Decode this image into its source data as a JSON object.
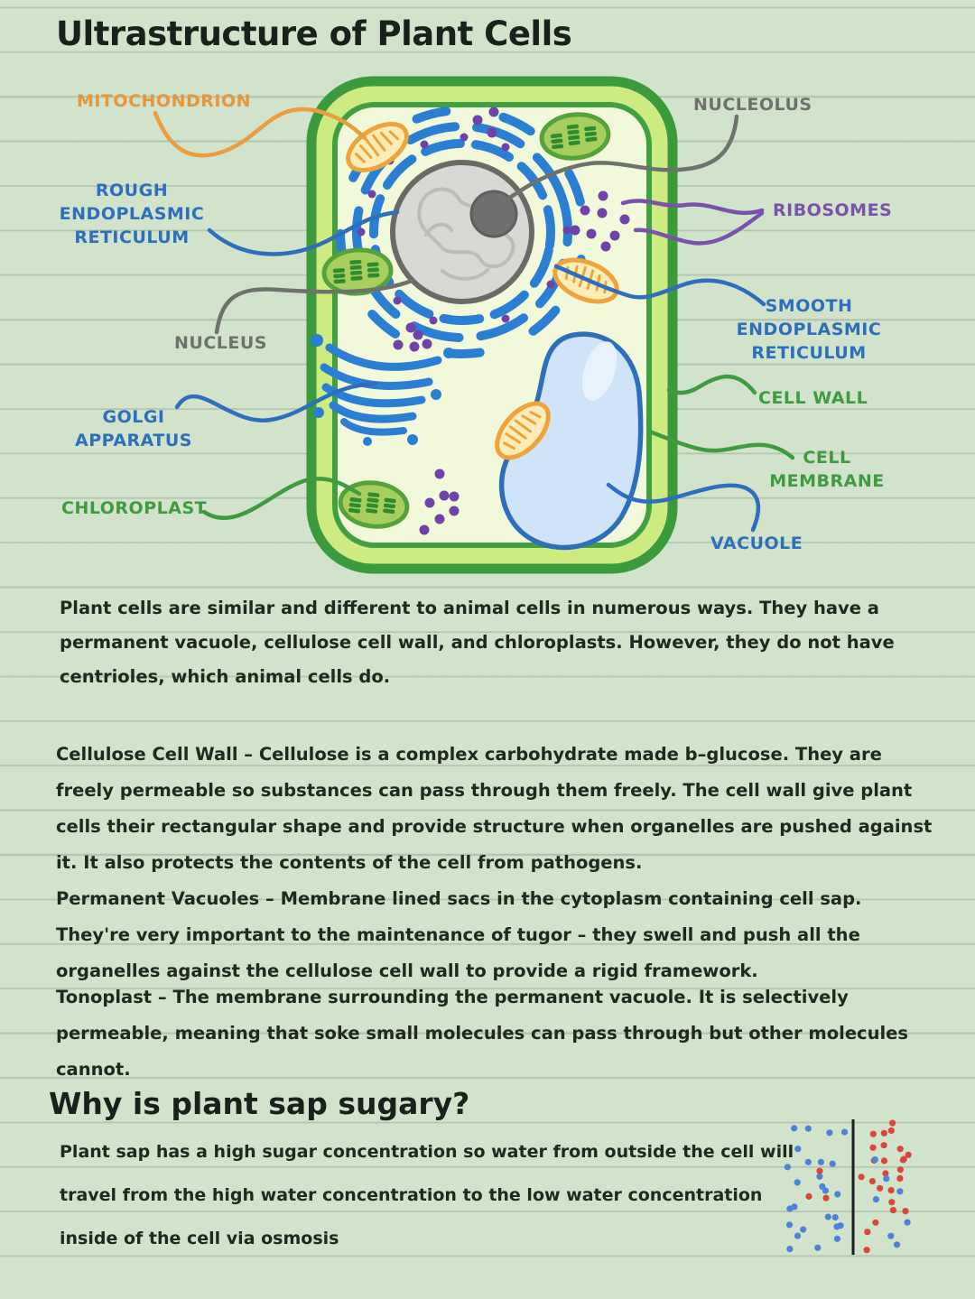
{
  "page": {
    "title": "Ultrastructure of Plant Cells"
  },
  "diagram": {
    "labels": {
      "mitochondrion": {
        "text": "MITOCHONDRION",
        "color": "#e8963a"
      },
      "rough_er": {
        "text": "ROUGH\nENDOPLASMIC\nRETICULUM",
        "color": "#2e6fbd"
      },
      "nucleus": {
        "text": "NUCLEUS",
        "color": "#6d726b"
      },
      "golgi": {
        "text": "GOLGI\nAPPARATUS",
        "color": "#2e6fbd"
      },
      "chloroplast": {
        "text": "CHLOROPLAST",
        "color": "#3f9b40"
      },
      "nucleolus": {
        "text": "NUCLEOLUS",
        "color": "#6d726b"
      },
      "ribosomes": {
        "text": "RIBOSOMES",
        "color": "#7b52ab"
      },
      "smooth_er": {
        "text": "SMOOTH\nENDOPLASMIC\nRETICULUM",
        "color": "#2e6fbd"
      },
      "cell_wall": {
        "text": "CELL WALL",
        "color": "#3f9b40"
      },
      "cell_membrane": {
        "text": "CELL\nMEMBRANE",
        "color": "#3f9b40"
      },
      "vacuole": {
        "text": "VACUOLE",
        "color": "#2e6fbd"
      }
    }
  },
  "sections": {
    "intro": "Plant cells are similar and different to animal cells in numerous ways. They have a permanent vacuole, cellulose cell wall, and chloroplasts. However, they do not have centrioles, which animal cells do.",
    "cellulose": "Cellulose Cell Wall – Cellulose is a complex carbohydrate made b–glucose. They are freely permeable so substances can pass through them freely. The cell wall give plant cells their rectangular shape and provide structure when organelles are pushed against it. It also protects the contents of the cell from pathogens.",
    "vacuoles": "Permanent Vacuoles  –  Membrane lined sacs in the cytoplasm containing cell sap. They're very important to the maintenance of tugor  – they swell and push all the organelles against the cellulose cell wall to provide a rigid framework.",
    "tonoplast": "Tonoplast – The membrane surrounding the permanent vacuole. It is selectively permeable, meaning that soke small molecules can pass through but other molecules cannot.",
    "question_heading": "Why is plant sap sugary?",
    "answer": "Plant sap has a high sugar concentration so water from outside the cell will travel from the high water concentration to the low water concentration inside of the cell via osmosis"
  },
  "osmosis_figure": {
    "left_dots": {
      "blue": 26,
      "red": 3
    },
    "right_dots": {
      "red": 25,
      "blue": 7
    },
    "dot_colors": {
      "blue": "#4d82d6",
      "red": "#d8473a"
    }
  },
  "palette": {
    "background": "#d2e3cc",
    "body_text": "#20291e",
    "cell_wall_green": "#3b9b3c",
    "cell_wall_fill": "#cdeb80",
    "cell_interior": "#f2f9da",
    "er_blue": "#2b7fd2",
    "ribosome_purple": "#6f42a8",
    "mitochondrion_orange": "#eea43c",
    "chloroplast_green": "#55a23b",
    "vacuole_blue": "#2f6fb9",
    "vacuole_fill": "#cfe4f8",
    "nucleus_gray": "#6a6a67"
  }
}
